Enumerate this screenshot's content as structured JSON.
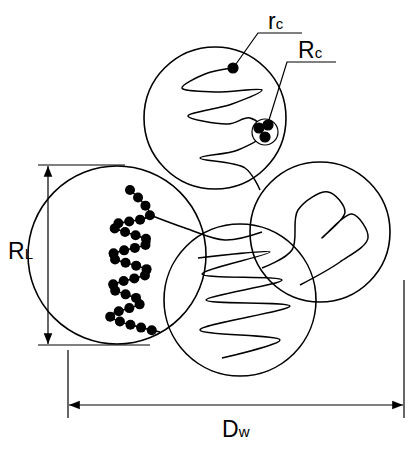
{
  "diagram": {
    "labels": [
      "rc",
      "Rc",
      "RL",
      "Dw"
    ]
  }
}
